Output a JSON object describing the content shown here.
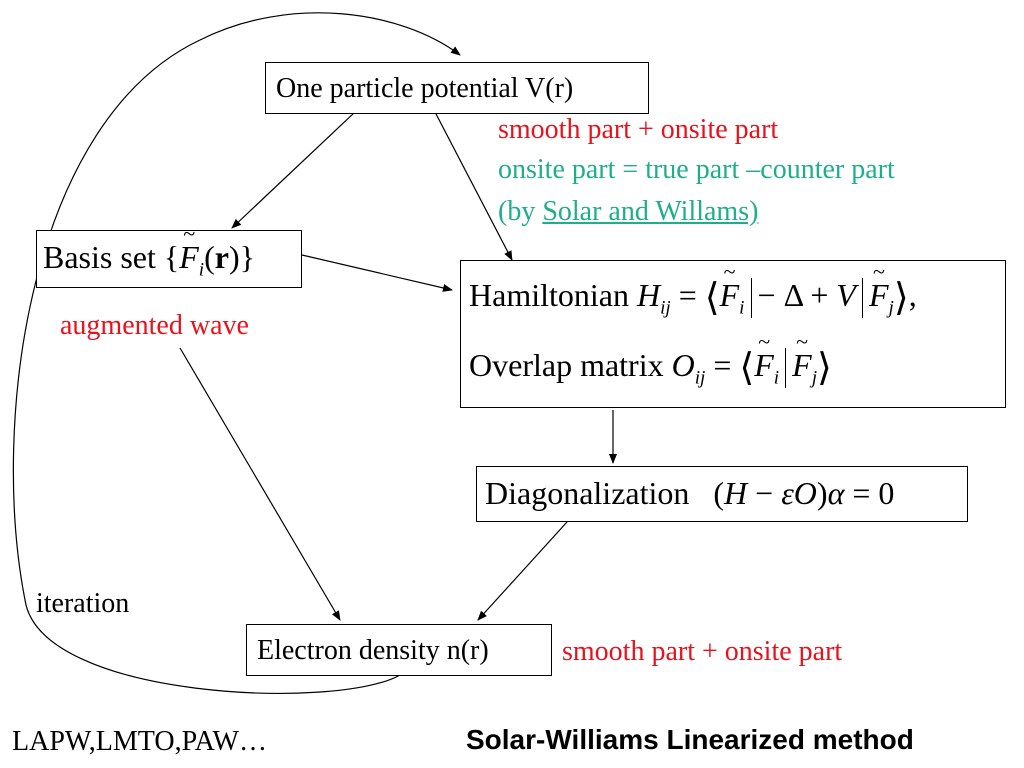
{
  "colors": {
    "red": "#e8121c",
    "teal": "#1fae8a",
    "black": "#000000"
  },
  "nodes": {
    "potential": "One particle potential V(r)",
    "basis_label": "Basis set",
    "hamiltonian_label": "Hamiltonian",
    "overlap_label": "Overlap matrix",
    "diagonalization_label": "Diagonalization",
    "density": "Electron density n(r)"
  },
  "annotations": {
    "smooth_onsite_top": "smooth part + onsite part",
    "onsite_def": "onsite part = true part –counter part",
    "by_prefix": "(by ",
    "by_link": "Solar and Willams)",
    "augmented_wave": "augmented wave",
    "iteration": "iteration",
    "smooth_onsite_bottom": "smooth part + onsite part"
  },
  "footer": {
    "methods": "LAPW,LMTO,PAW…",
    "title": "Solar-Williams Linearized method"
  }
}
